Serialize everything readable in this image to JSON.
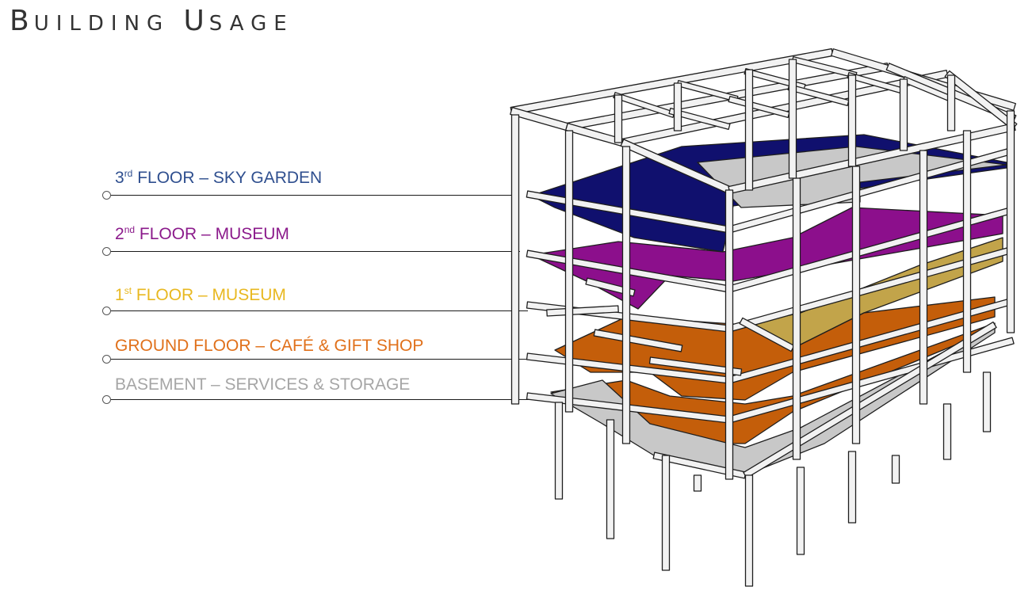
{
  "header": {
    "title_word1_initial": "B",
    "title_word1_rest": "UILDING",
    "title_word2_initial": "U",
    "title_word2_rest": "SAGE"
  },
  "legend": [
    {
      "name": "legend-third-floor",
      "ord": "3",
      "sup": "rd",
      "rest": " FLOOR – SKY GARDEN",
      "color": "#2f4f8f"
    },
    {
      "name": "legend-second-floor",
      "ord": "2",
      "sup": "nd",
      "rest": " FLOOR – MUSEUM",
      "color": "#8b1a8b"
    },
    {
      "name": "legend-first-floor",
      "ord": "1",
      "sup": "st",
      "rest": " FLOOR – MUSEUM",
      "color": "#e8b820"
    },
    {
      "name": "legend-ground-floor",
      "ord": "",
      "sup": "",
      "rest": "GROUND FLOOR – CAFÉ & GIFT SHOP",
      "color": "#e0701a"
    },
    {
      "name": "legend-basement",
      "ord": "",
      "sup": "",
      "rest": "BASEMENT – SERVICES & STORAGE",
      "color": "#a6a6a6"
    }
  ],
  "floor_colors": {
    "sky_garden": "#10106e",
    "museum_2": "#8c0f8c",
    "museum_1": "#c2a44a",
    "cafe": "#c45e0a",
    "basement": "#c8c8c8"
  }
}
